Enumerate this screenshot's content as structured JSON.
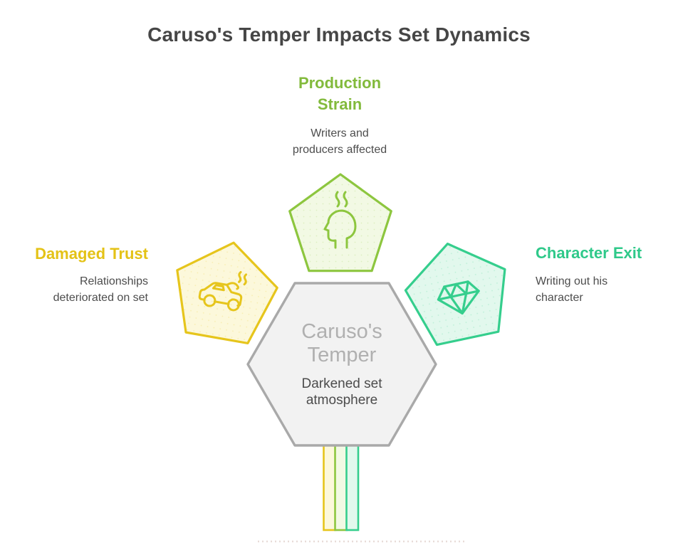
{
  "title": "Caruso's Temper Impacts Set Dynamics",
  "center": {
    "label": "Caruso's Temper",
    "description": "Darkened set atmosphere",
    "fill_color": "#f2f2f2",
    "border_color": "#a9a9a9"
  },
  "branches": [
    {
      "position": "top",
      "label": "Production Strain",
      "description": "Writers and producers affected",
      "color": "#8dc63f",
      "label_color": "#82ba3c",
      "fill_color": "#f2f9e4",
      "icon": "stressed-head-icon"
    },
    {
      "position": "left",
      "label": "Damaged Trust",
      "description": "Relationships deteriorated on set",
      "color": "#e6c51c",
      "label_color": "#e4c216",
      "fill_color": "#fcf8db",
      "icon": "car-breakdown-icon"
    },
    {
      "position": "right",
      "label": "Character Exit",
      "description": "Writing out his character",
      "color": "#35ce8d",
      "label_color": "#2fc98a",
      "fill_color": "#e2f8ed",
      "icon": "diamond-icon"
    }
  ],
  "stem_colors": [
    "#e6c51c",
    "#8dc63f",
    "#35ce8d"
  ],
  "text_colors": {
    "title": "#464646",
    "body": "#4d4d4d",
    "center_title": "#b0b0b0"
  }
}
